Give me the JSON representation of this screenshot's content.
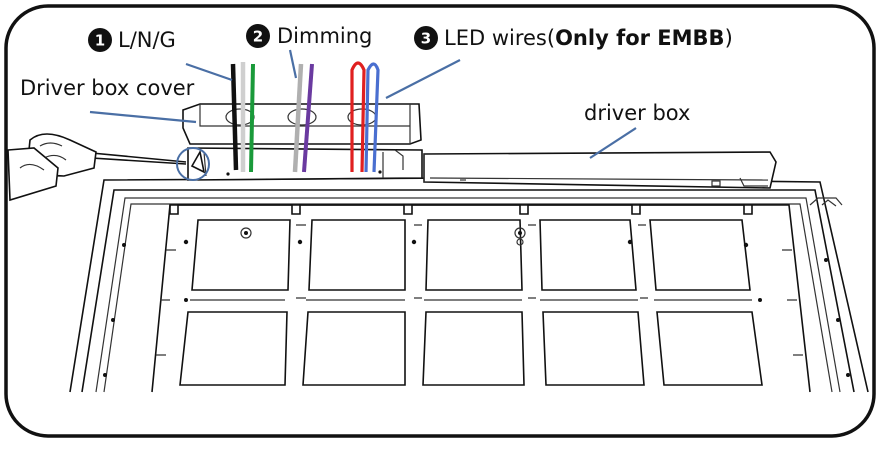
{
  "labels": {
    "l1_num": "1",
    "l1_text": "L/N/G",
    "l2_num": "2",
    "l2_text": "Dimming",
    "l3_num": "3",
    "l3_prefix": "LED wires(",
    "l3_bold": "Only for EMBB",
    "l3_suffix": ")",
    "cover": "Driver box cover",
    "box": "driver box"
  },
  "colors": {
    "leader": "#4a6fa5",
    "wire_black": "#111111",
    "wire_white": "#cccccc",
    "wire_green": "#1a9a3a",
    "wire_gray": "#a8a8a8",
    "wire_purple": "#6a3aa0",
    "wire_red": "#e02020",
    "wire_blue": "#4a6fd0",
    "frame": "#111111",
    "number_badge": "#111111"
  }
}
